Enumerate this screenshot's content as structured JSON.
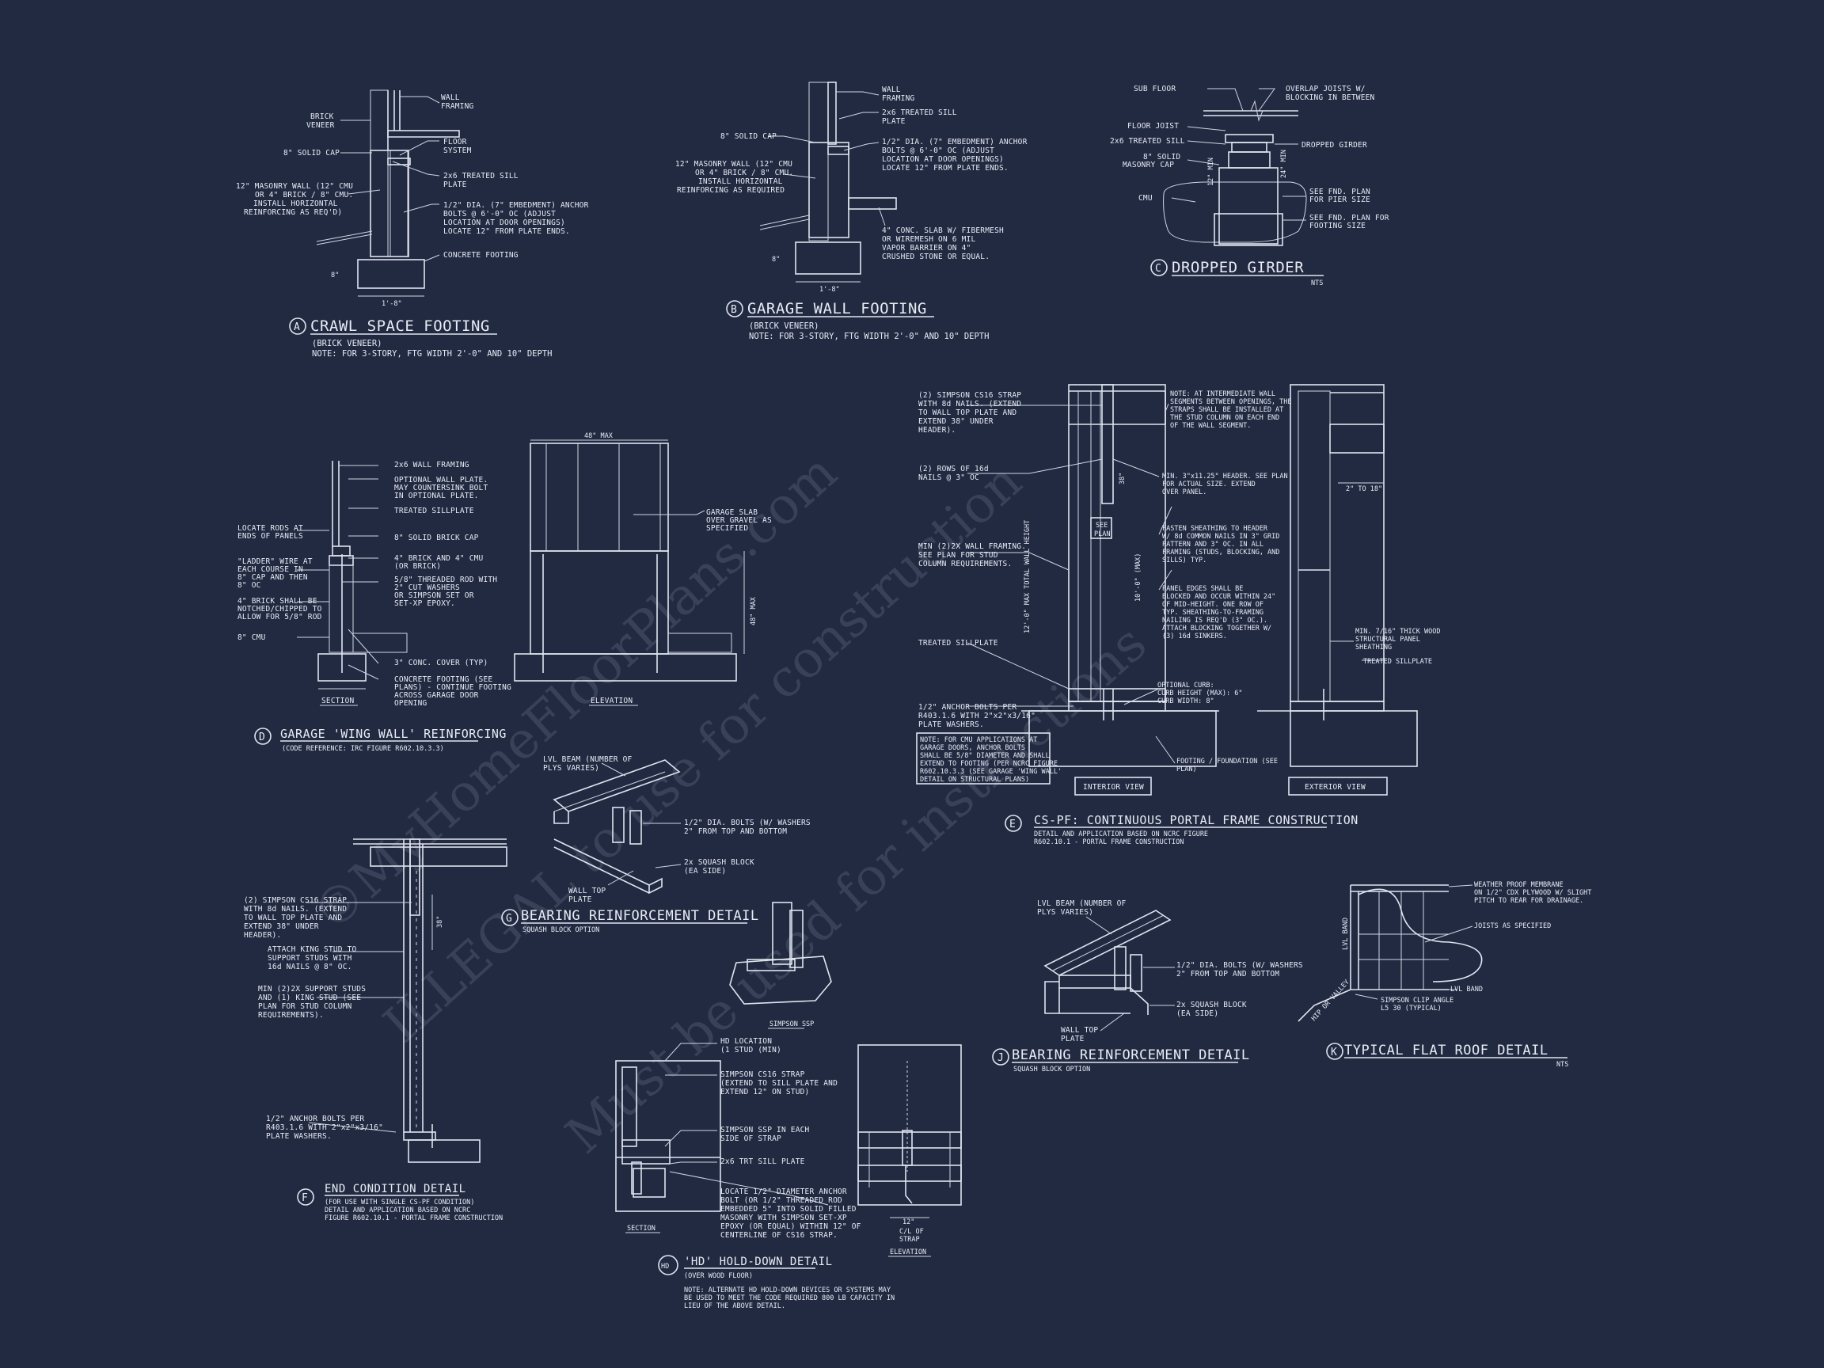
{
  "colors": {
    "background": "#222a42",
    "line": "#dfe4ee",
    "highlight": "#e9ef2f"
  },
  "watermark": {
    "line1": "©MyHomeFloorPlans.com",
    "line2": "ILLEGAL to use for construction",
    "line3": "Must be used for instructions"
  },
  "detail_a": {
    "letter": "A",
    "title": "CRAWL SPACE FOOTING",
    "subtitle": "(BRICK VENEER)",
    "note": "NOTE: FOR 3-STORY, FTG WIDTH 2'-0\" AND 10\" DEPTH",
    "dim_width": "1'-8\"",
    "dim_depth": "8\"",
    "labels": [
      "WALL",
      "FRAMING",
      "BRICK",
      "VENEER",
      "FLOOR",
      "SYSTEM",
      "8\" SOLID CAP",
      "2x6 TREATED SILL",
      "PLATE",
      "12\" MASONRY WALL (12\" CMU",
      "OR 4\" BRICK / 8\" CMU.",
      "INSTALL HORIZONTAL",
      "REINFORCING AS REQ'D)",
      "1/2\" DIA. (7\" EMBEDMENT) ANCHOR",
      "BOLTS @ 6'-0\" OC (ADJUST",
      "LOCATION AT DOOR OPENINGS)",
      "LOCATE 12\" FROM PLATE ENDS.",
      "CONCRETE FOOTING"
    ]
  },
  "detail_b": {
    "letter": "B",
    "title": "GARAGE WALL FOOTING",
    "subtitle": "(BRICK VENEER)",
    "note": "NOTE: FOR 3-STORY, FTG WIDTH 2'-0\" AND 10\" DEPTH",
    "dim_width": "1'-8\"",
    "dim_depth": "8\"",
    "labels": [
      "WALL",
      "FRAMING",
      "2x6 TREATED SILL",
      "PLATE",
      "8\" SOLID CAP",
      "1/2\" DIA. (7\" EMBEDMENT) ANCHOR",
      "BOLTS @ 6'-0\" OC (ADJUST",
      "LOCATION AT DOOR OPENINGS)",
      "LOCATE 12\" FROM PLATE ENDS.",
      "12\" MASONRY WALL (12\" CMU",
      "OR 4\" BRICK / 8\" CMU.",
      "INSTALL HORIZONTAL",
      "REINFORCING AS REQUIRED",
      "4\" CONC. SLAB W/ FIBERMESH",
      "OR WIREMESH ON 6 MIL",
      "VAPOR BARRIER ON 4\"",
      "CRUSHED STONE OR EQUAL."
    ]
  },
  "detail_c": {
    "letter": "C",
    "title": "DROPPED GIRDER",
    "nts": "NTS",
    "dim_left": "12\" MIN",
    "dim_right": "24\" MIN",
    "labels": [
      "SUB FLOOR",
      "OVERLAP JOISTS W/",
      "BLOCKING IN BETWEEN",
      "FLOOR JOIST",
      "2x6 TREATED SILL",
      "DROPPED GIRDER",
      "8\" SOLID",
      "MASONRY CAP",
      "CMU",
      "SEE FND. PLAN",
      "FOR PIER SIZE",
      "SEE FND. PLAN FOR",
      "FOOTING SIZE"
    ]
  },
  "detail_d": {
    "letter": "D",
    "title": "GARAGE 'WING WALL' REINFORCING",
    "subtitle": "(CODE REFERENCE: IRC FIGURE R602.10.3.3)",
    "section_label": "SECTION",
    "elevation_label": "ELEVATION",
    "dim_top": "48\" MAX",
    "dim_side": "48\" MAX",
    "labels_left": [
      "LOCATE RODS AT",
      "ENDS OF PANELS",
      "\"LADDER\" WIRE AT",
      "EACH COURSE IN",
      "8\" CAP AND THEN",
      "8\" OC",
      "4\" BRICK SHALL BE",
      "NOTCHED/CHIPPED TO",
      "ALLOW FOR 5/8\" ROD",
      "8\" CMU"
    ],
    "labels_mid": [
      "2x6 WALL FRAMING",
      "OPTIONAL WALL PLATE.",
      "MAY COUNTERSINK BOLT",
      "IN OPTIONAL PLATE.",
      "TREATED SILLPLATE",
      "8\" SOLID BRICK CAP",
      "4\" BRICK AND 4\" CMU",
      "(OR BRICK)",
      "5/8\" THREADED ROD WITH",
      "2\" CUT WASHERS",
      "OR SIMPSON SET OR",
      "SET-XP EPOXY.",
      "3\" CONC. COVER (TYP)",
      "CONCRETE FOOTING (SEE",
      "PLANS) - CONTINUE FOOTING",
      "ACROSS GARAGE DOOR",
      "OPENING"
    ],
    "labels_right": [
      "GARAGE SLAB",
      "OVER GRAVEL AS",
      "SPECIFIED"
    ]
  },
  "detail_e": {
    "letter": "E",
    "title": "CS-PF: CONTINUOUS PORTAL FRAME CONSTRUCTION",
    "subtitle1": "DETAIL AND APPLICATION BASED ON NCRC FIGURE",
    "subtitle2": "R602.10.1 - PORTAL FRAME CONSTRUCTION",
    "interior_view": "INTERIOR VIEW",
    "exterior_view": "EXTERIOR VIEW",
    "see_plan": "SEE",
    "see_plan2": "PLAN",
    "dim_wall": "12'-0\" MAX TOTAL WALL HEIGHT",
    "dim_header": "10'-0\" (MAX)",
    "dim_strap": "38\"",
    "dim_right": "2\" TO 18\"",
    "labels_left": [
      "(2) SIMPSON CS16 STRAP",
      "WITH 8d NAILS. (EXTEND",
      "TO WALL TOP PLATE AND",
      "EXTEND 38\" UNDER",
      "HEADER).",
      "(2) ROWS OF 16d",
      "NAILS @ 3\" OC",
      "MIN (2)2X WALL FRAMING.",
      "SEE PLAN FOR STUD",
      "COLUMN REQUIREMENTS.",
      "TREATED SILLPLATE",
      "1/2\" ANCHOR BOLTS PER",
      "R403.1.6 WITH 2\"x2\"x3/16\"",
      "PLATE WASHERS."
    ],
    "cmu_note": [
      "NOTE: FOR CMU APPLICATIONS AT",
      "GARAGE DOORS, ANCHOR BOLTS",
      "SHALL BE 5/8\" DIAMETER AND SHALL",
      "EXTEND TO FOOTING (PER NCRC FIGURE",
      "R602.10.3.3 (SEE GARAGE 'WING WALL'",
      "DETAIL ON STRUCTURAL PLANS)"
    ],
    "labels_mid": [
      "NOTE: AT INTERMEDIATE WALL",
      "SEGMENTS BETWEEN OPENINGS, THE",
      "STRAPS SHALL BE INSTALLED AT",
      "THE STUD COLUMN ON EACH END",
      "OF THE WALL SEGMENT.",
      "MIN. 3\"x11.25\" HEADER. SEE PLAN",
      "FOR ACTUAL SIZE. EXTEND",
      "OVER PANEL.",
      "FASTEN SHEATHING TO HEADER",
      "W/ 8d COMMON NAILS IN 3\" GRID",
      "PATTERN AND 3\" OC. IN ALL",
      "FRAMING (STUDS, BLOCKING, AND",
      "SILLS) TYP.",
      "PANEL EDGES SHALL BE",
      "BLOCKED AND OCCUR WITHIN 24\"",
      "OF MID-HEIGHT. ONE ROW OF",
      "TYP. SHEATHING-TO-FRAMING",
      "NAILING IS REQ'D (3\" OC.).",
      "ATTACH BLOCKING TOGETHER W/",
      "(3) 16d SINKERS.",
      "OPTIONAL CURB:",
      "CURB HEIGHT (MAX): 6\"",
      "CURB WIDTH: 8\"",
      "FOOTING / FOUNDATION (SEE",
      "PLAN)"
    ],
    "labels_right": [
      "MIN. 7/16\" THICK WOOD",
      "STRUCTURAL PANEL",
      "SHEATHING",
      "TREATED SILLPLATE"
    ]
  },
  "detail_f": {
    "letter": "F",
    "title": "END CONDITION DETAIL",
    "subtitle1": "(FOR USE WITH SINGLE CS-PF CONDITION)",
    "subtitle2": "DETAIL AND APPLICATION BASED ON NCRC",
    "subtitle3": "FIGURE R602.10.1 - PORTAL FRAME CONSTRUCTION",
    "dim_strap": "38\"",
    "labels": [
      "(2) SIMPSON CS16 STRAP",
      "WITH 8d NAILS. (EXTEND",
      "TO WALL TOP PLATE AND",
      "EXTEND 38\" UNDER",
      "HEADER).",
      "ATTACH KING STUD TO",
      "SUPPORT STUDS WITH",
      "16d NAILS @ 8\" OC.",
      "MIN (2)2X SUPPORT STUDS",
      "AND (1) KING STUD (SEE",
      "PLAN FOR STUD COLUMN",
      "REQUIREMENTS).",
      "1/2\" ANCHOR BOLTS PER",
      "R403.1.6 WITH 2\"x2\"x3/16\"",
      "PLATE WASHERS."
    ]
  },
  "detail_g": {
    "letter": "G",
    "title": "BEARING REINFORCEMENT DETAIL",
    "subtitle": "SQUASH BLOCK OPTION",
    "simpson": "SIMPSON SSP",
    "labels": [
      "LVL BEAM (NUMBER OF",
      "PLYS VARIES)",
      "1/2\" DIA. BOLTS (W/ WASHERS",
      "2\" FROM TOP AND BOTTOM",
      "2x SQUASH BLOCK",
      "(EA SIDE)",
      "WALL TOP",
      "PLATE"
    ]
  },
  "detail_hd": {
    "letter": "HD",
    "title": "'HD' HOLD-DOWN DETAIL",
    "subtitle": "(OVER WOOD FLOOR)",
    "note1": "NOTE: ALTERNATE HD HOLD-DOWN DEVICES OR SYSTEMS MAY",
    "note2": "BE USED TO MEET THE CODE REQUIRED 800 LB CAPACITY IN",
    "note3": "LIEU OF THE ABOVE DETAIL.",
    "section": "SECTION",
    "elevation": "ELEVATION",
    "dim": "12\"",
    "cl": "C/L OF",
    "strap": "STRAP",
    "labels": [
      "HD LOCATION",
      "(1 STUD (MIN)",
      "SIMPSON CS16 STRAP",
      "(EXTEND TO SILL PLATE AND",
      "EXTEND 12\" ON STUD)",
      "SIMPSON SSP IN EACH",
      "SIDE OF STRAP",
      "2x6 TRT SILL PLATE",
      "LOCATE 1/2\" DIAMETER ANCHOR",
      "BOLT (OR 1/2\" THREADED ROD",
      "EMBEDDED 5\" INTO SOLID FILLED",
      "MASONRY WITH SIMPSON SET-XP",
      "EPOXY (OR EQUAL) WITHIN 12\" OF",
      "CENTERLINE OF CS16 STRAP."
    ]
  },
  "detail_j": {
    "letter": "J",
    "title": "BEARING REINFORCEMENT DETAIL",
    "subtitle": "SQUASH BLOCK OPTION",
    "labels": [
      "LVL BEAM (NUMBER OF",
      "PLYS VARIES)",
      "1/2\" DIA. BOLTS (W/ WASHERS",
      "2\" FROM TOP AND BOTTOM",
      "2x SQUASH BLOCK",
      "(EA SIDE)",
      "WALL TOP",
      "PLATE"
    ]
  },
  "detail_k": {
    "letter": "K",
    "title": "TYPICAL FLAT ROOF DETAIL",
    "nts": "NTS",
    "labels": [
      "WEATHER PROOF MEMBRANE",
      "ON 1/2\" CDX PLYWOOD W/ SLIGHT",
      "PITCH TO REAR FOR DRAINAGE.",
      "JOISTS AS SPECIFIED",
      "LVL BAND",
      "SIMPSON CLIP ANGLE",
      "L5 30 (TYPICAL)",
      "HIP OR VALLEY",
      "LVL BAND"
    ]
  }
}
